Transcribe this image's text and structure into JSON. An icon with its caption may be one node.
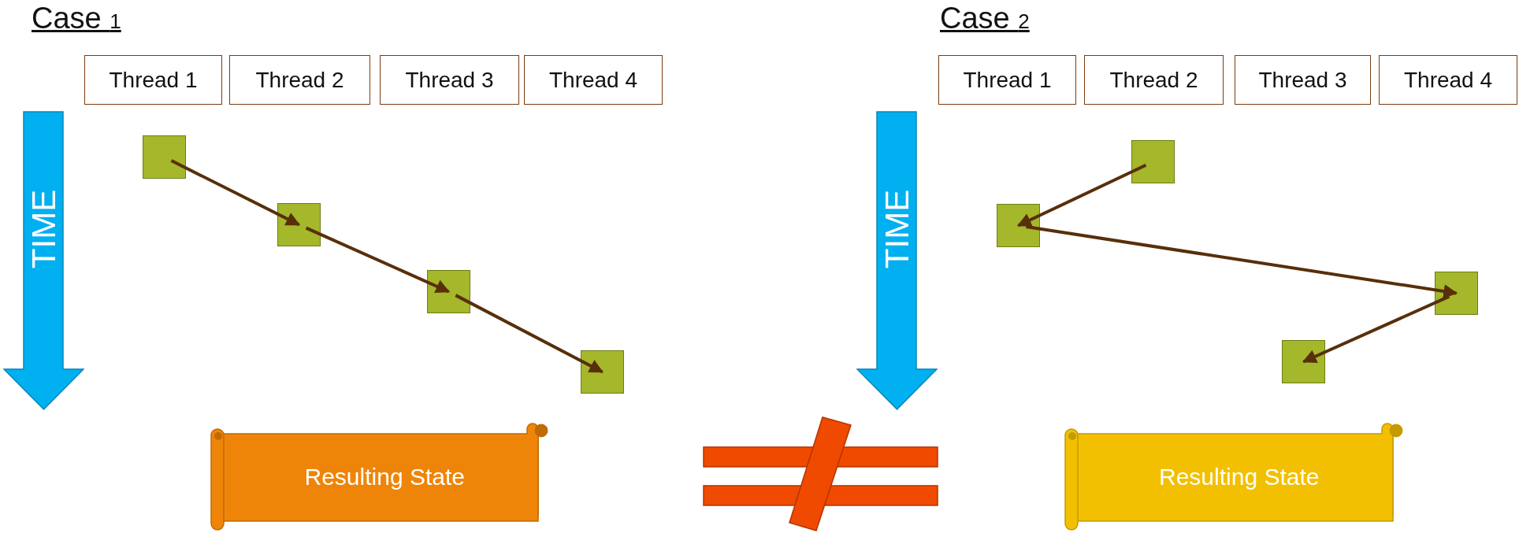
{
  "diagram": {
    "nodes": [
      {
        "text": [
          "Thread 1"
        ]
      },
      {
        "text": [
          "Thread 2"
        ]
      },
      {
        "text": [
          "Thread 3"
        ]
      },
      {
        "text": [
          "Thread 4"
        ]
      },
      {
        "text": [
          "TIME"
        ]
      },
      {
        "text": [],
        "shape": "box"
      },
      {
        "text": [],
        "shape": "box"
      },
      {
        "text": [],
        "shape": "box"
      },
      {
        "text": [],
        "shape": "box"
      },
      {
        "text": [
          "Resulting State"
        ]
      },
      {
        "text": [
          "Thread 1"
        ]
      },
      {
        "text": [
          "Thread 2"
        ]
      },
      {
        "text": [
          "Thread 3"
        ]
      },
      {
        "text": [
          "Thread 4"
        ]
      },
      {
        "text": [
          "TIME"
        ]
      },
      {
        "text": [],
        "shape": "box"
      },
      {
        "text": [],
        "shape": "box"
      },
      {
        "text": [],
        "shape": "box"
      },
      {
        "text": [],
        "shape": "box"
      },
      {
        "text": [
          "Resulting State"
        ]
      }
    ],
    "edges": [
      {
        "from": 5,
        "to": 6,
        "arrow": "to"
      },
      {
        "from": 6,
        "to": 7,
        "arrow": "to"
      },
      {
        "from": 7,
        "to": 8,
        "arrow": "to"
      },
      {
        "from": 15,
        "to": 16,
        "arrow": "to"
      },
      {
        "from": 16,
        "to": 17,
        "arrow": "to"
      },
      {
        "from": 17,
        "to": 18,
        "arrow": "to"
      }
    ],
    "labels": [
      "Case $_{1}$",
      "Case $_{2}$"
    ]
  }
}
